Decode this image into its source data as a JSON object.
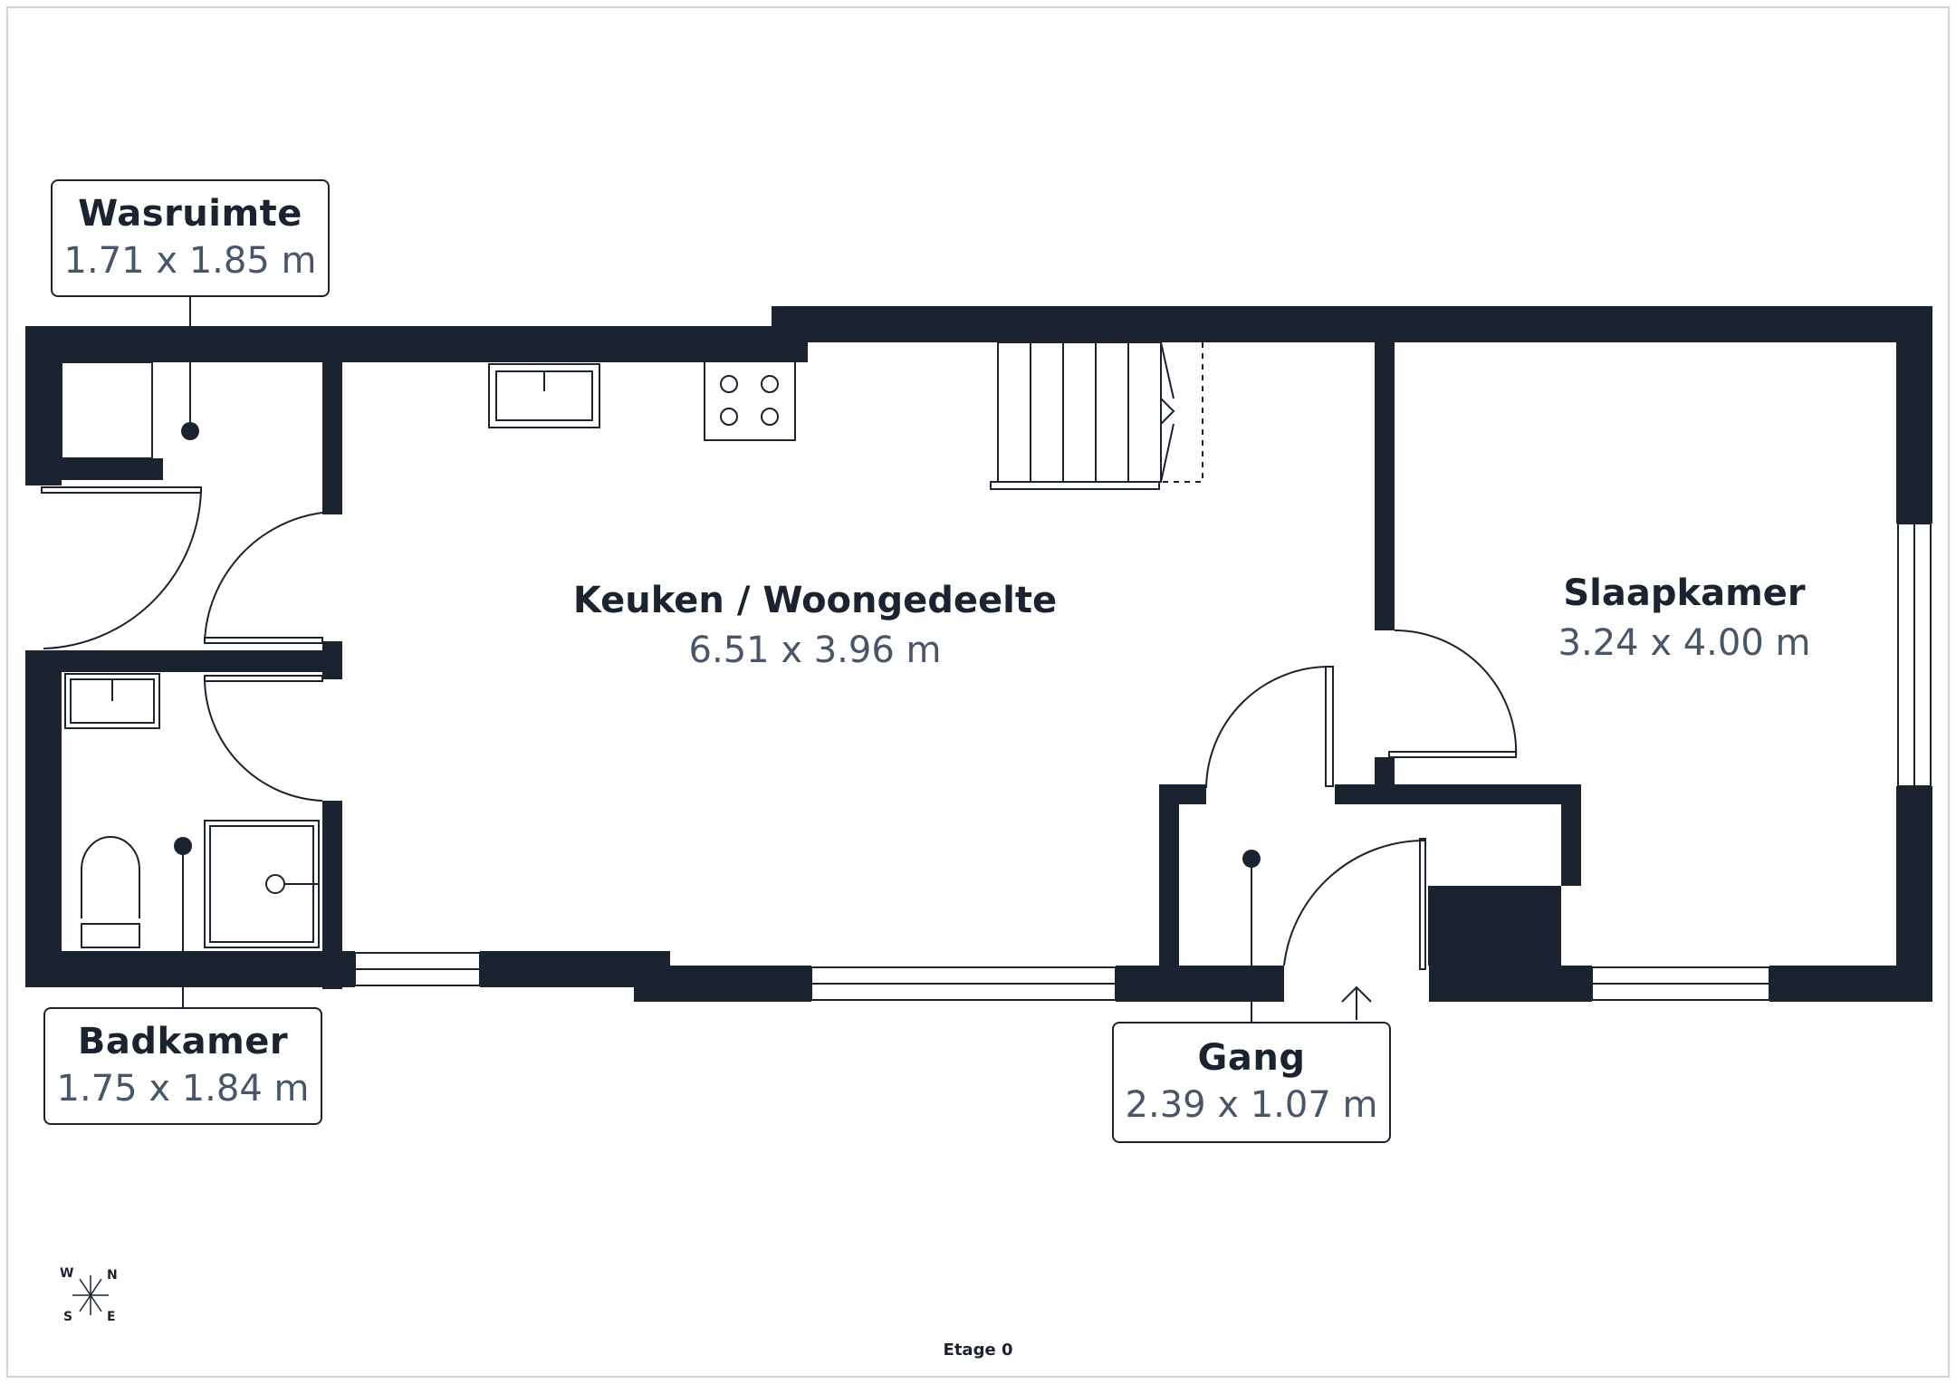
{
  "colors": {
    "wall": "#1c2330",
    "dimension_text": "#4a5568",
    "background": "#ffffff"
  },
  "rooms": {
    "wasruimte": {
      "name": "Wasruimte",
      "dimensions": "1.71 x 1.85 m"
    },
    "keuken": {
      "name": "Keuken / Woongedeelte",
      "dimensions": "6.51 x 3.96 m"
    },
    "slaapkamer": {
      "name": "Slaapkamer",
      "dimensions": "3.24 x 4.00 m"
    },
    "badkamer": {
      "name": "Badkamer",
      "dimensions": "1.75 x 1.84 m"
    },
    "gang": {
      "name": "Gang",
      "dimensions": "2.39 x 1.07 m"
    }
  },
  "compass": {
    "n": "N",
    "e": "E",
    "s": "S",
    "w": "W"
  },
  "floor": {
    "label": "Etage 0"
  }
}
